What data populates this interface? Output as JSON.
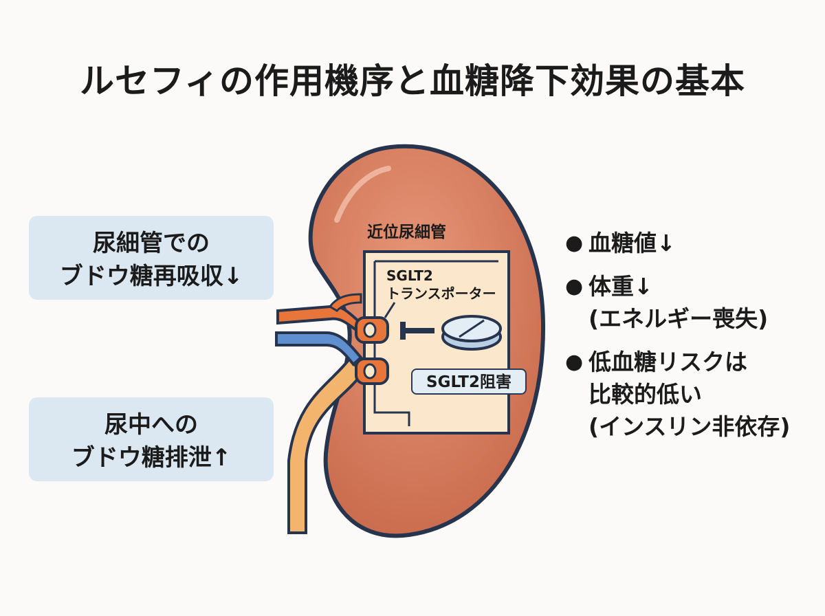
{
  "title": "ルセフィの作用機序と血糖降下効果の基本",
  "left_boxes": {
    "reabsorption": {
      "line1": "尿細管での",
      "line2": "ブドウ糖再吸収↓"
    },
    "excretion": {
      "line1": "尿中への",
      "line2": "ブドウ糖排泄↑"
    }
  },
  "diagram": {
    "tubule_label": "近位尿細管",
    "transporter_label_1": "SGLT2",
    "transporter_label_2": "トランスポーター",
    "inhibition_label": "SGLT2阻害"
  },
  "effects": [
    {
      "lines": [
        "血糖値↓"
      ]
    },
    {
      "lines": [
        "体重↓",
        "(エネルギー喪失)"
      ]
    },
    {
      "lines": [
        "低血糖リスクは",
        "比較的低い",
        "(インスリン非依存)"
      ]
    }
  ],
  "colors": {
    "kidney": "#d9815f",
    "kidney_outline": "#26344d",
    "tubule_panel": "#fbe7cc",
    "vein": "#5f8fcf",
    "artery": "#e8753a",
    "ureter": "#f3b56e",
    "box_bg": "#dbe8f1"
  }
}
